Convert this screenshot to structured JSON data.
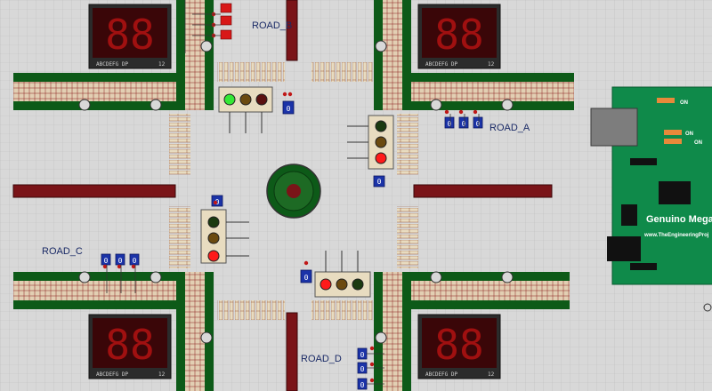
{
  "roads": {
    "a": "ROAD_A",
    "b": "ROAD_B",
    "c": "ROAD_C",
    "d": "ROAD_D"
  },
  "displays": {
    "digits": "88",
    "pins": "ABCDEFG DP",
    "pins_num": "12"
  },
  "probe_value": "0",
  "arduino": {
    "name": "Genuino Mega",
    "url": "www.TheEngineeringProj",
    "led_on_1": "ON",
    "led_on_2": "ON",
    "led_on_3": "ON"
  },
  "colors": {
    "grass": "#0d5a18",
    "curb": "#7a1418",
    "lane_mark": "#e8dcc0",
    "red_on": "#ff1a1a",
    "green_on": "#35e835",
    "amber_off": "#6b4a10",
    "arduino": "#0f8a4a",
    "probe": "#1b33a8"
  }
}
